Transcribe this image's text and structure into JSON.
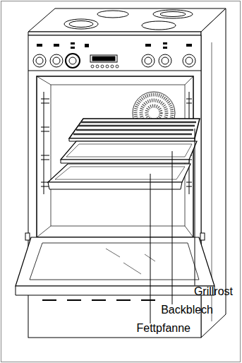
{
  "diagram": {
    "labels": [
      "Grillrost",
      "Backblech",
      "Fettpfanne"
    ]
  }
}
